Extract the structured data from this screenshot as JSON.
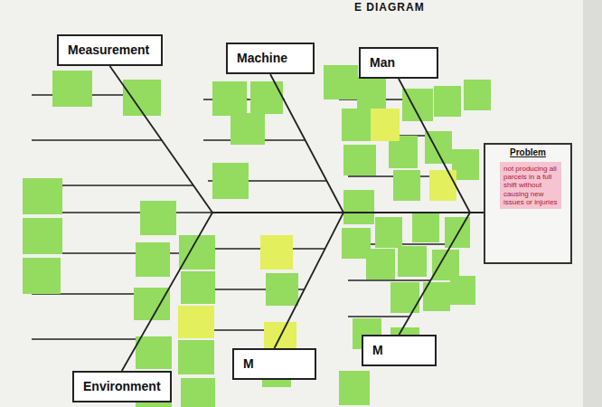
{
  "diagram": {
    "title": "E DIAGRAM",
    "nodes": [
      {
        "text": [
          "Measurement"
        ]
      },
      {
        "text": [
          "Machine"
        ]
      },
      {
        "text": [
          "Man"
        ]
      },
      {
        "text": [
          "Problem"
        ]
      },
      {
        "text": [
          "not producing all parcels in a full shift without causing new issues or injuries"
        ],
        "in": 3
      },
      {
        "text": [
          "Environment"
        ]
      },
      {
        "text": [
          "M"
        ]
      },
      {
        "text": [
          "M"
        ]
      }
    ],
    "edges": [
      {
        "from": 0,
        "to": 3,
        "arrow": "none"
      },
      {
        "from": 1,
        "to": 3,
        "arrow": "none"
      },
      {
        "from": 2,
        "to": 3,
        "arrow": "none"
      },
      {
        "from": 5,
        "to": 3,
        "arrow": "none"
      },
      {
        "from": 6,
        "to": 3,
        "arrow": "none"
      },
      {
        "from": 7,
        "to": 3,
        "arrow": "none"
      }
    ]
  }
}
